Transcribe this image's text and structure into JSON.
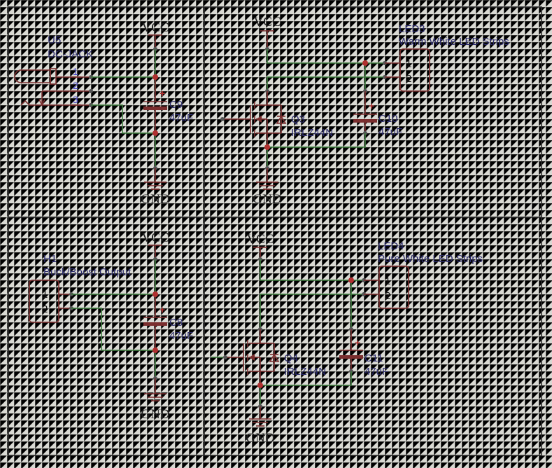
{
  "power": {
    "vcc": "VCC",
    "gnd": "GND"
  },
  "u5": {
    "ref": "U5",
    "value": "DC-JACK",
    "pins": [
      "1",
      "2",
      "3"
    ]
  },
  "c9": {
    "ref": "C9",
    "value": "47uF",
    "polarity": "+"
  },
  "c10": {
    "ref": "C10",
    "value": "47uF",
    "polarity": "+"
  },
  "c8": {
    "ref": "C8",
    "value": "47uF",
    "polarity": "+"
  },
  "c11": {
    "ref": "C11",
    "value": "47uF",
    "polarity": "+"
  },
  "q3": {
    "ref": "Q3",
    "value": "IRLZ44N"
  },
  "q4": {
    "ref": "Q4",
    "value": "IRLZ44N"
  },
  "led3": {
    "ref": "LED3",
    "value": "Warm White LED Strips",
    "pins": [
      "1",
      "2"
    ]
  },
  "led4": {
    "ref": "LED4",
    "value": "Pure White LED Strips",
    "pins": [
      "1",
      "2"
    ]
  },
  "h1": {
    "ref": "H1",
    "value": "Buck/Boost Output",
    "pins": [
      "1",
      "2"
    ]
  },
  "colors": {
    "background": "#d9d9d3",
    "wire": "#3e7d3e",
    "symbol": "#7a2e2e",
    "junction": "#b03030",
    "label": "#2b2b6b",
    "pin_number": "#4848c8"
  }
}
